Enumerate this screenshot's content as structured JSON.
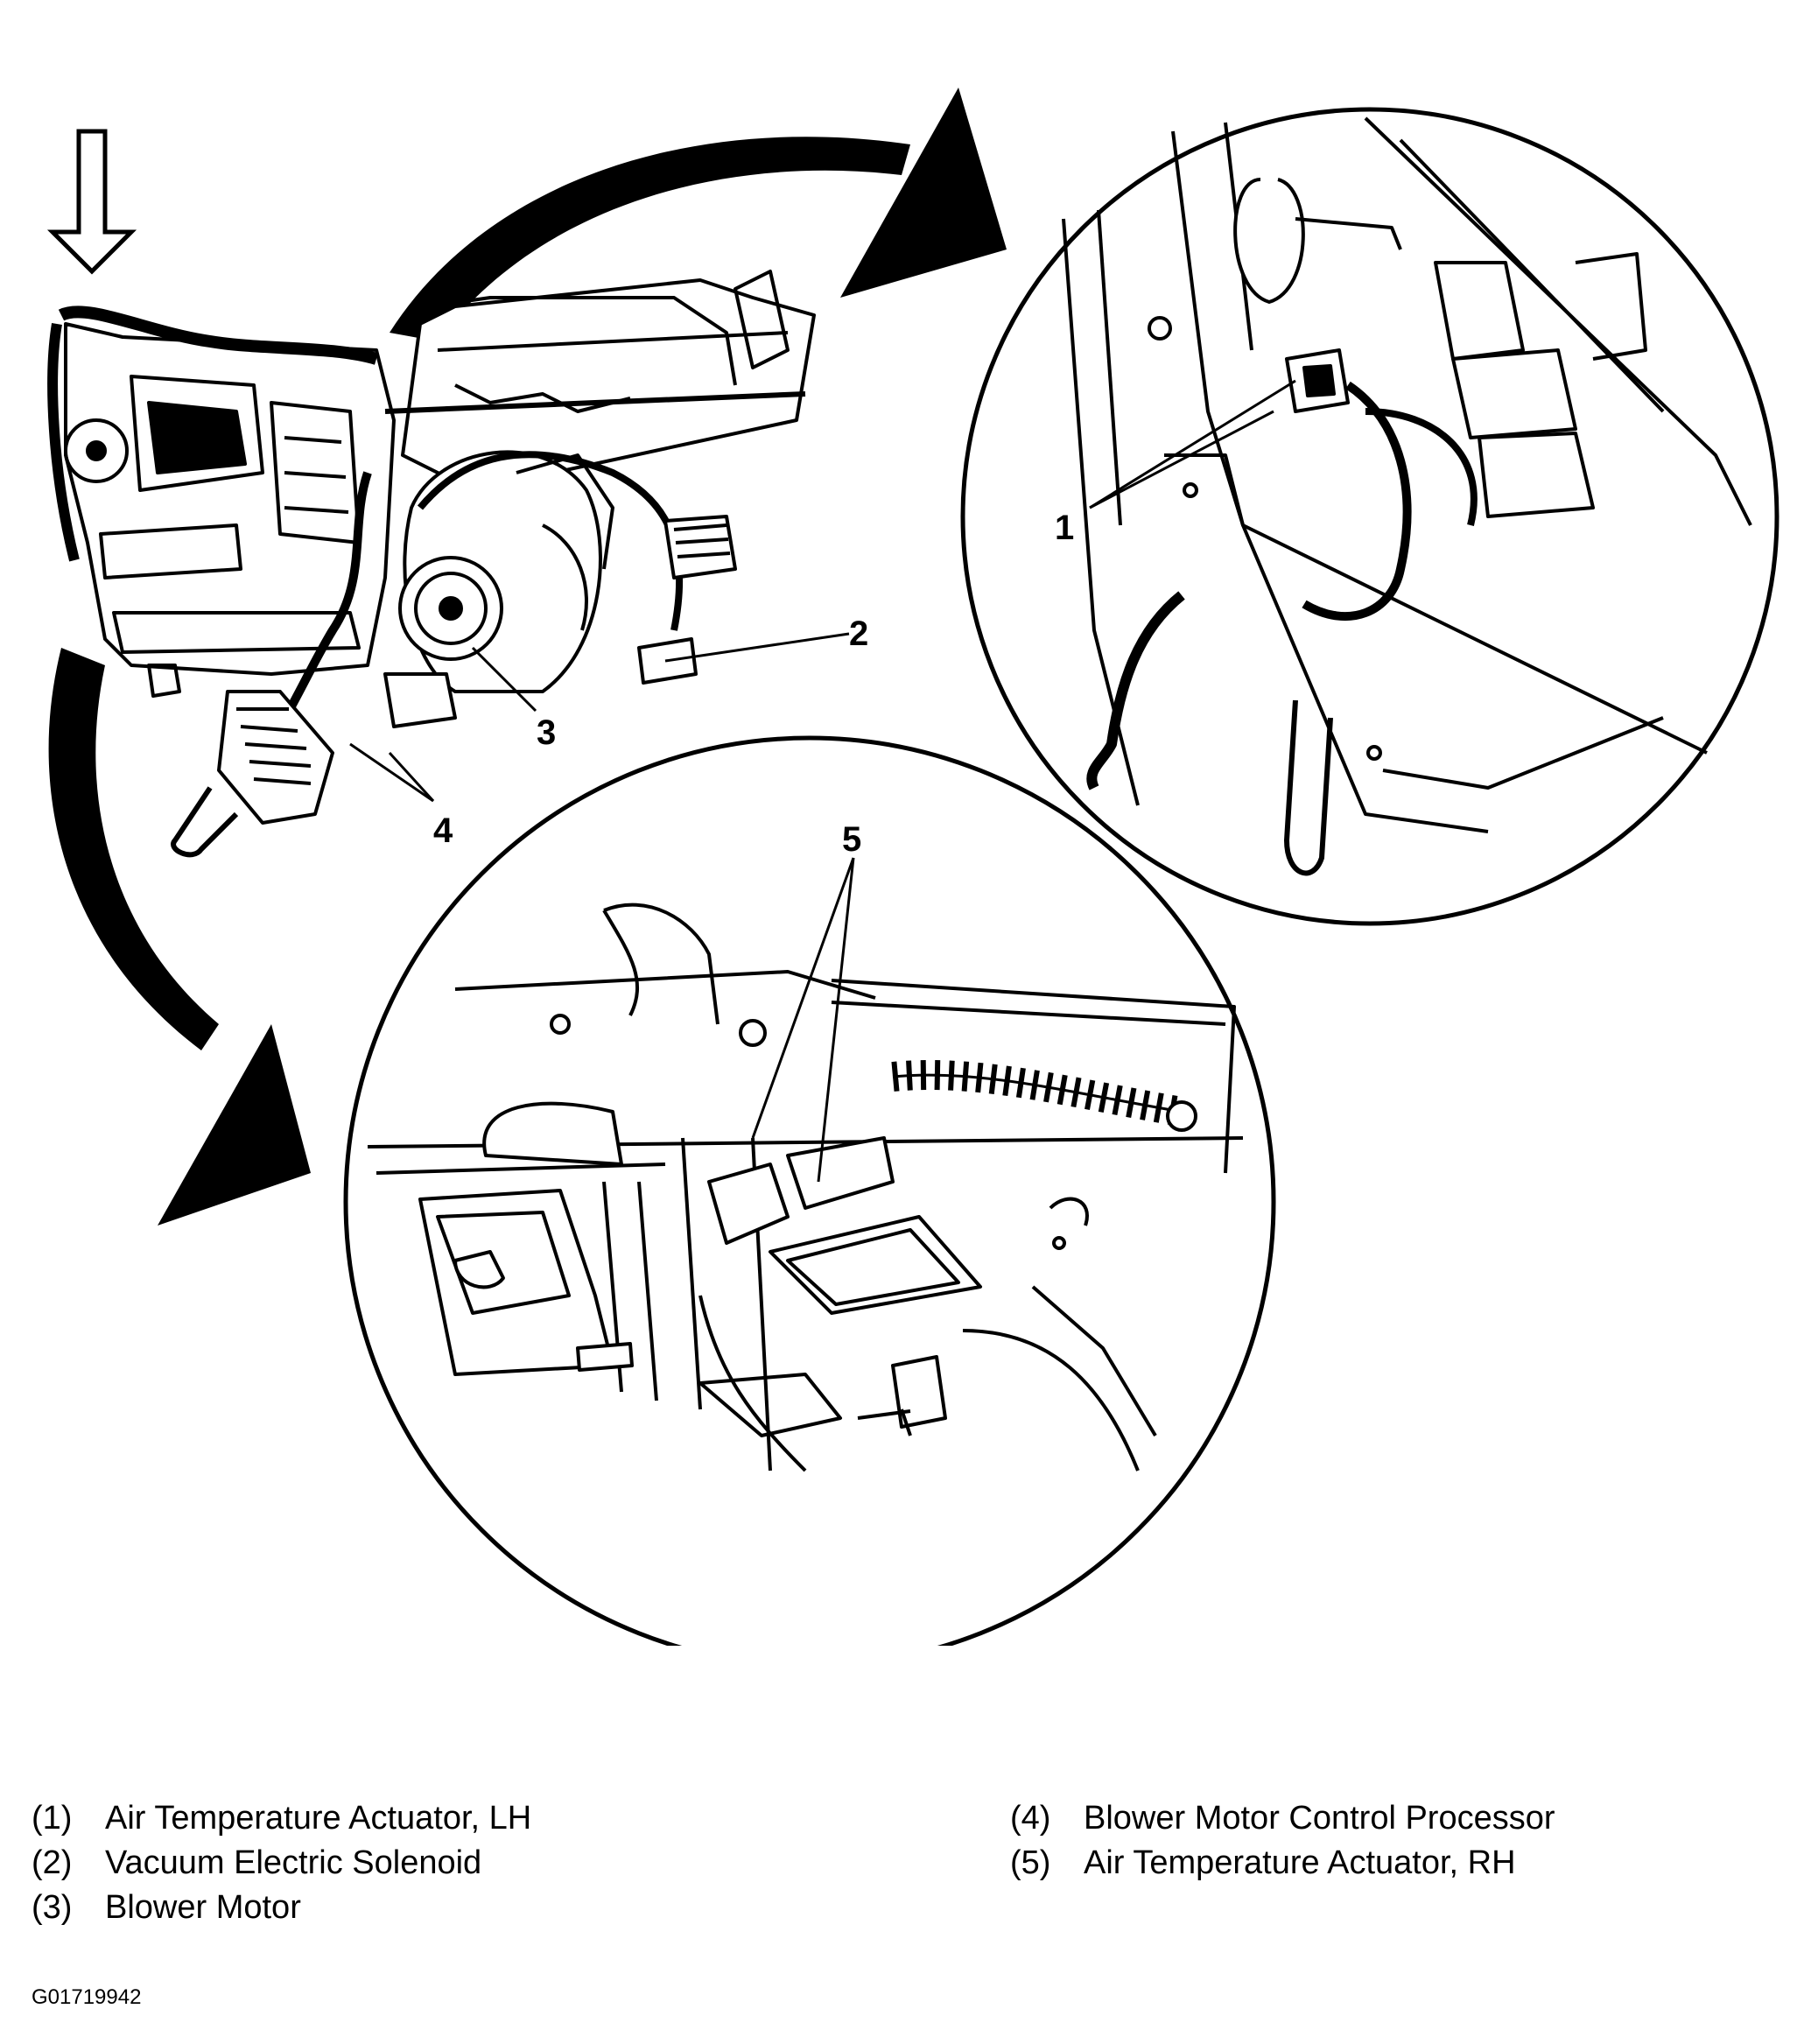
{
  "callouts": {
    "c1": "1",
    "c2": "2",
    "c3": "3",
    "c4": "4",
    "c5": "5"
  },
  "legend": {
    "left": [
      {
        "num": "(1)",
        "text": "Air Temperature Actuator, LH"
      },
      {
        "num": "(2)",
        "text": "Vacuum Electric Solenoid"
      },
      {
        "num": "(3)",
        "text": "Blower Motor"
      }
    ],
    "right": [
      {
        "num": "(4)",
        "text": "Blower Motor Control Processor"
      },
      {
        "num": "(5)",
        "text": "Air Temperature Actuator, RH"
      }
    ]
  },
  "figure_id": "G01719942"
}
